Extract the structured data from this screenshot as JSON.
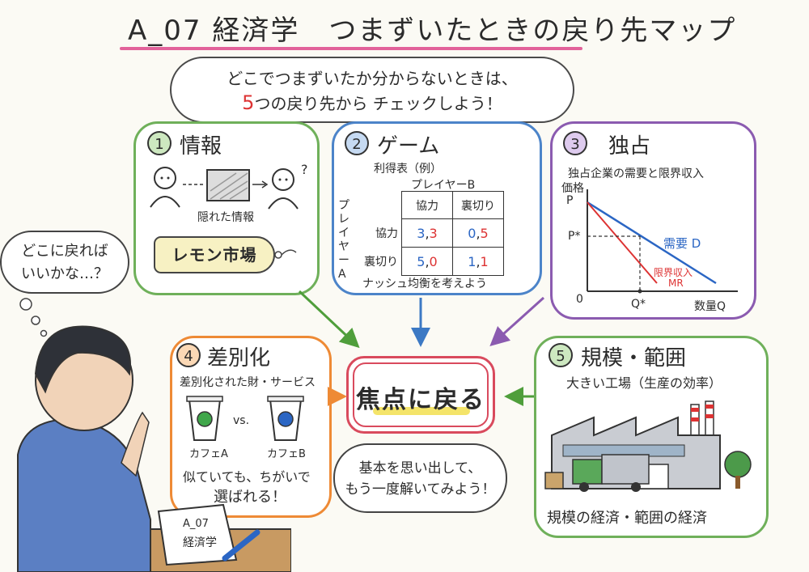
{
  "title": "A_07 経済学　つまずいたときの戻り先マップ",
  "intro": {
    "line1": "どこでつまずいたか分からないときは、",
    "line2_num": "5",
    "line2_rest": "つの戻り先から チェックしよう！"
  },
  "thought": {
    "line1": "どこに戻れば",
    "line2": "いいかな…？"
  },
  "panels": {
    "p1": {
      "num": "1",
      "title": "情報",
      "caption": "隠れた情報",
      "tag": "レモン市場",
      "question": "?"
    },
    "p2": {
      "num": "2",
      "title": "ゲーム",
      "subtitle": "利得表（例）",
      "player_b": "プレイヤーB",
      "player_a": "プレイヤーA",
      "col_headers": [
        "協力",
        "裏切り"
      ],
      "rows": [
        {
          "label": "協力",
          "cells": [
            {
              "a": "3",
              "b": "3"
            },
            {
              "a": "0",
              "b": "5"
            }
          ]
        },
        {
          "label": "裏切り",
          "cells": [
            {
              "a": "5",
              "b": "0"
            },
            {
              "a": "1",
              "b": "1"
            }
          ]
        }
      ],
      "footer": "ナッシュ均衡を考えよう"
    },
    "p3": {
      "num": "3",
      "title": "独占",
      "subtitle": "独占企業の需要と限界収入",
      "y_label_1": "価格",
      "y_label_2": "P",
      "p_star": "P*",
      "origin": "0",
      "q_star": "Q*",
      "x_label": "数量Q",
      "demand_label": "需要 D",
      "mr_label_1": "限界収入",
      "mr_label_2": "MR",
      "colors": {
        "demand": "#2b66c4",
        "mr": "#d33"
      }
    },
    "p4": {
      "num": "4",
      "title": "差別化",
      "subtitle": "差別化された財・サービス",
      "cafe_a": "カフェA",
      "cafe_b": "カフェB",
      "vs": "vs.",
      "footer_1": "似ていても、ちがいで",
      "footer_2": "選ばれる！",
      "colors": {
        "cup_a": "#3fa64a",
        "cup_b": "#2b66c4"
      }
    },
    "p5": {
      "num": "5",
      "title": "規模・範囲",
      "subtitle": "大きい工場（生産の効率）",
      "footer": "規模の経済・範囲の経済"
    }
  },
  "center": {
    "label": "焦点に戻る"
  },
  "bottom_bubble": {
    "line1": "基本を思い出して、",
    "line2": "もう一度解いてみよう！"
  },
  "notebook": {
    "line1": "A_07",
    "line2": "経済学"
  }
}
